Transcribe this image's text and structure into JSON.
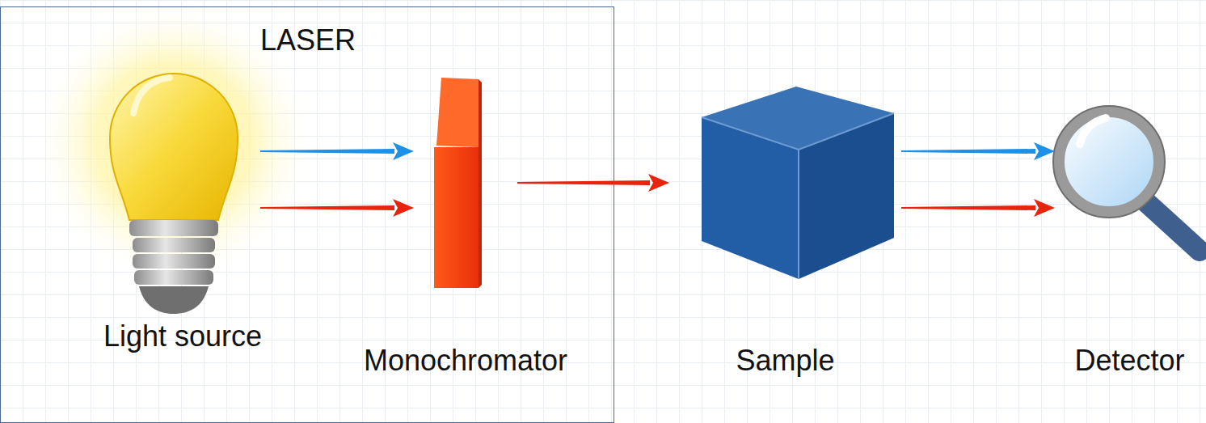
{
  "diagram": {
    "nodes": [
      {
        "text": [
          "LASER"
        ]
      },
      {
        "text": [
          "Light source"
        ],
        "in": 0
      },
      {
        "text": [
          "Monochromator"
        ],
        "in": 0
      },
      {
        "text": [
          "Sample"
        ]
      },
      {
        "text": [
          "Detector"
        ]
      }
    ],
    "edges": [
      {
        "from": 1,
        "to": 2,
        "arrow": "to"
      },
      {
        "from": 1,
        "to": 2,
        "arrow": "to"
      },
      {
        "from": 2,
        "to": 3,
        "arrow": "to"
      },
      {
        "from": 3,
        "to": 4,
        "arrow": "to"
      },
      {
        "from": 3,
        "to": 4,
        "arrow": "to"
      }
    ]
  }
}
